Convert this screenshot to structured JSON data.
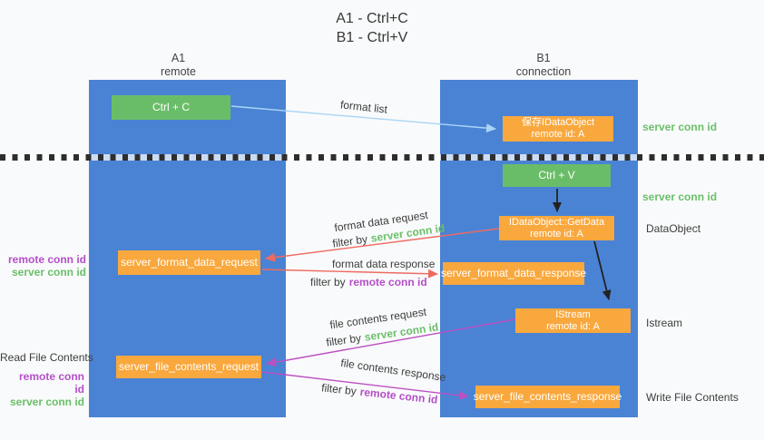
{
  "title": {
    "line1": "A1 - Ctrl+C",
    "line2": "B1 - Ctrl+V"
  },
  "columns": {
    "a": {
      "id": "A1",
      "role": "remote"
    },
    "b": {
      "id": "B1",
      "role": "connection"
    }
  },
  "nodes": {
    "ctrl_c": "Ctrl + C",
    "ctrl_v": "Ctrl + V",
    "save_dataobject": {
      "line1": "保存IDataObject",
      "line2": "remote id: A"
    },
    "getdata": {
      "line1": "IDataObject::GetData",
      "line2": "remote id: A"
    },
    "istream": {
      "line1": "IStream",
      "line2": "remote id: A"
    },
    "format_request": "server_format_data_request",
    "format_response": "server_format_data_response",
    "file_request": "server_file_contents_request",
    "file_response": "server_file_contents_response"
  },
  "arrow_labels": {
    "format_list": "format list",
    "format_data_request": "format data request",
    "format_data_response": "format data response",
    "file_contents_request": "file contents request",
    "file_contents_response": "file contents response",
    "filter_by": "filter by"
  },
  "ids": {
    "server": "server conn id",
    "remote": "remote conn id"
  },
  "side_labels": {
    "dataobject": "DataObject",
    "istream": "Istream",
    "read_file_contents": "Read File Contents",
    "write_file_contents": "Write File Contents"
  },
  "colors": {
    "lifeline_blue": "#4a83d4",
    "node_green": "#6abd68",
    "node_orange": "#f9a83e",
    "arrow_light_blue": "#a9d5f5",
    "arrow_red": "#ee6b60",
    "arrow_purple": "#bb50c2",
    "arrow_black": "#222222",
    "server_conn_id_green": "#6abf69",
    "remote_conn_id_purple": "#b44fc8",
    "text_dark": "#3d3d3d",
    "background": "#f9fafb"
  }
}
